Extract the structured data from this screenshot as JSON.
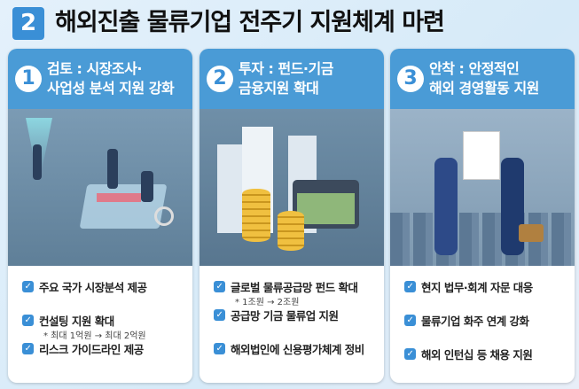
{
  "header": {
    "badge": "2",
    "title": "해외진출 물류기업 전주기 지원체계 마련"
  },
  "cards": [
    {
      "num": "1",
      "line1": "검토 : 시장조사·",
      "line2": "사업성 분석 지원 강화",
      "items": [
        {
          "text": "주요 국가 시장분석 제공"
        },
        {
          "text": "컨설팅 지원 확대",
          "note": "* 최대 1억원 → 최대 2억원"
        },
        {
          "text": "리스크 가이드라인 제공"
        }
      ]
    },
    {
      "num": "2",
      "line1": "투자 : 펀드·기금",
      "line2": "금융지원 확대",
      "items": [
        {
          "text": "글로벌 물류공급망 펀드 확대",
          "note": "* 1조원 → 2조원"
        },
        {
          "text": "공급망 기금 물류업 지원"
        },
        {
          "text": "해외법인에 신용평가체계 정비"
        }
      ]
    },
    {
      "num": "3",
      "line1": "안착 : 안정적인",
      "line2": "해외 경영활동 지원",
      "items": [
        {
          "text": "현지 법무·회계 자문 대응"
        },
        {
          "text": "물류기업 화주 연계 강화"
        },
        {
          "text": "해외 인턴십 등 채용 지원"
        }
      ]
    }
  ],
  "colors": {
    "accent": "#4a9bd6",
    "background": "#dbeefa"
  }
}
